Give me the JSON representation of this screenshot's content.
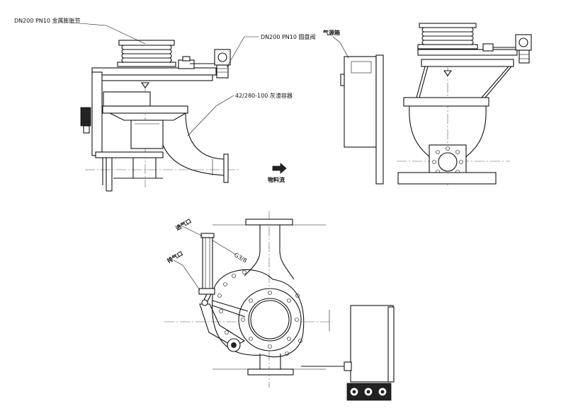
{
  "labels": {
    "bellows": "DN200 PN10 金属膨胀节",
    "valve": "DN200 PN10 圆盘阀",
    "silo": "42/280-100 灰渣容器",
    "gas_source": "气源箱",
    "material_flow": "物料流",
    "air_in": "进气口",
    "air_out": "排气口",
    "thread": "G3/8"
  }
}
